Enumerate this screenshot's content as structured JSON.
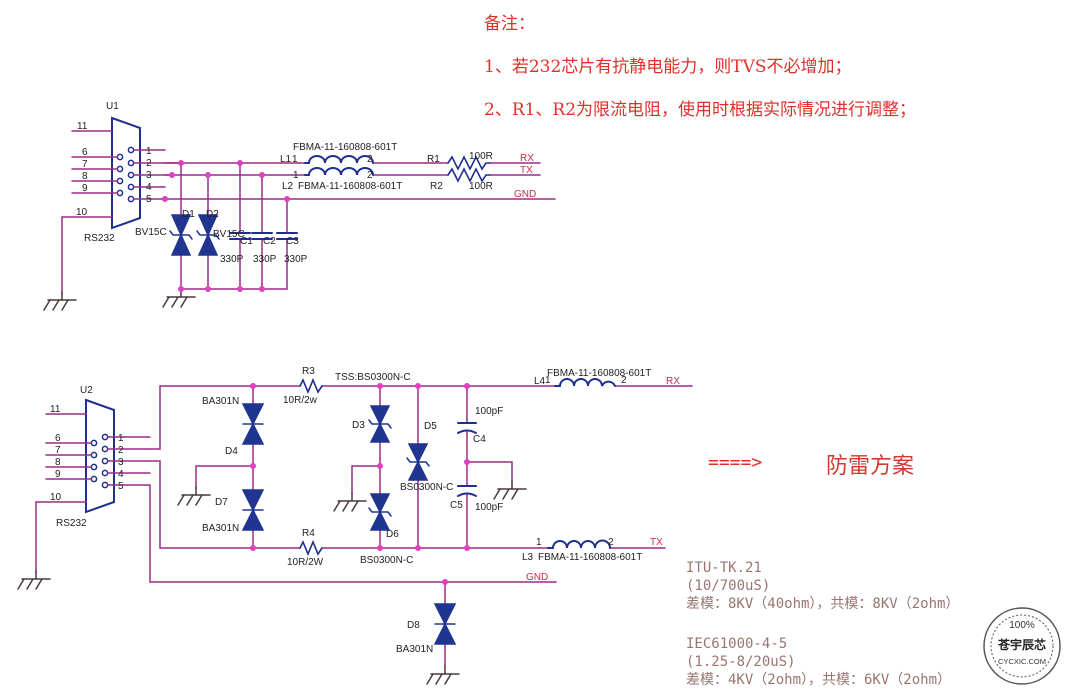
{
  "notes": {
    "title": "备注：",
    "line1": "1、若232芯片有抗静电能力，则TVS不必增加；",
    "line2": "2、R1、R2为限流电阻，使用时根据实际情况进行调整；"
  },
  "circuit1": {
    "connector_ref": "U1",
    "connector_name": "RS232",
    "pins_left": [
      "11",
      "6",
      "7",
      "8",
      "9",
      "10"
    ],
    "pins_right": [
      "1",
      "2",
      "3",
      "4",
      "5"
    ],
    "l1_ref": "L1",
    "l1_part": "FBMA-11-160808-601T",
    "l1_pin1": "1",
    "l1_pin2": "2",
    "l2_ref": "L2",
    "l2_part": "FBMA-11-160808-601T",
    "l2_pin1": "1",
    "l2_pin2": "2",
    "r1_ref": "R1",
    "r1_value": "100R",
    "r2_ref": "R2",
    "r2_value": "100R",
    "net_rx": "RX",
    "net_tx": "TX",
    "net_gnd": "GND",
    "d1_ref": "D1",
    "d2_ref": "D2",
    "tvs_part": "BV15C",
    "c1_ref": "C1",
    "c2_ref": "C2",
    "c3_ref": "C3",
    "cap_value": "330P"
  },
  "circuit2": {
    "connector_ref": "U2",
    "connector_name": "RS232",
    "pins_left": [
      "11",
      "6",
      "7",
      "8",
      "9",
      "10"
    ],
    "pins_right": [
      "1",
      "2",
      "3",
      "4",
      "5"
    ],
    "r3_ref": "R3",
    "r3_value": "10R/2w",
    "r4_ref": "R4",
    "r4_value": "10R/2W",
    "tss_label": "TSS:BS0300N-C",
    "d3_ref": "D3",
    "d4_ref": "D4",
    "d5_ref": "D5",
    "d6_ref": "D6",
    "d7_ref": "D7",
    "d8_ref": "D8",
    "ba301n": "BA301N",
    "bs0300": "BS0300N-C",
    "c4_ref": "C4",
    "c5_ref": "C5",
    "c_value": "100pF",
    "l4_ref": "L4",
    "l3_ref": "L3",
    "l_part": "FBMA-11-160808-601T",
    "pin1": "1",
    "pin2": "2",
    "net_rx": "RX",
    "net_tx": "TX",
    "net_gnd": "GND"
  },
  "arrow_text": "====>",
  "scheme_title": "防雷方案",
  "spec": {
    "std1": "ITU-TK.21",
    "wave1": "(10/700uS)",
    "level1": "差模：8KV（40ohm），共模：8KV（2ohm）",
    "std2": "IEC61000-4-5",
    "wave2": "(1.25-8/20uS)",
    "level2": "差模：4KV（2ohm），共模：6KV（2ohm）"
  },
  "watermark": {
    "percent": "100%",
    "name": "苍宇辰芯",
    "site": "CYCXIC.COM"
  },
  "colors": {
    "wire": "#9b2b8c",
    "component": "#1f2f8f",
    "junction": "#e040c0",
    "note_red": "#e0302a",
    "net_label": "#c0304a"
  }
}
